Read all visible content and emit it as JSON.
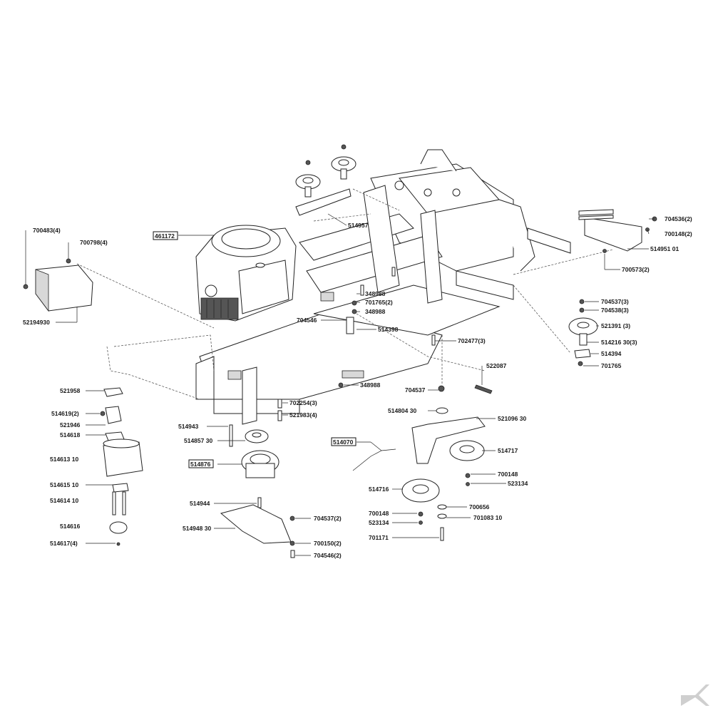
{
  "diagram": {
    "labels": {
      "p700483": "700483(4)",
      "p700798": "700798(4)",
      "p52194930": "52194930",
      "p461172": "461172",
      "p514957": "514957",
      "p704536": "704536(2)",
      "p700148b": "700148(2)",
      "p51495101": "514951 01",
      "p700573": "700573(2)",
      "p348988a": "348988",
      "p701765b": "701765(2)",
      "p348988b": "348988",
      "p704546": "704546",
      "p514398": "514398",
      "p704537b": "704537(3)",
      "p704538": "704538(3)",
      "p521391": "521391 (3)",
      "p51421630": "514216 30(3)",
      "p514394": "514394",
      "p701765": "701765",
      "p702477": "702477(3)",
      "p348988c": "348988",
      "p704537": "704537",
      "p522087": "522087",
      "p51480430": "514804 30",
      "p52109630": "521096 30",
      "p514070": "514070",
      "p514717": "514717",
      "p700148a": "700148",
      "p523134a": "523134",
      "p514716": "514716",
      "p700656": "700656",
      "p700148c": "700148",
      "p70108310": "701083 10",
      "p523134b": "523134",
      "p701171": "701171",
      "p521958": "521958",
      "p514619": "514619(2)",
      "p521946": "521946",
      "p514618": "514618",
      "p51461310": "514613 10",
      "p51461510": "514615 10",
      "p51461410": "514614 10",
      "p514616": "514616",
      "p514617": "514617(4)",
      "p702254": "702254(3)",
      "p521983": "521983(4)",
      "p514943": "514943",
      "p51485730": "514857 30",
      "p514876": "514876",
      "p514944": "514944",
      "p51494830": "514948 30",
      "p704537c": "704537(2)",
      "p700150": "700150(2)",
      "p704546b": "704546(2)"
    }
  }
}
